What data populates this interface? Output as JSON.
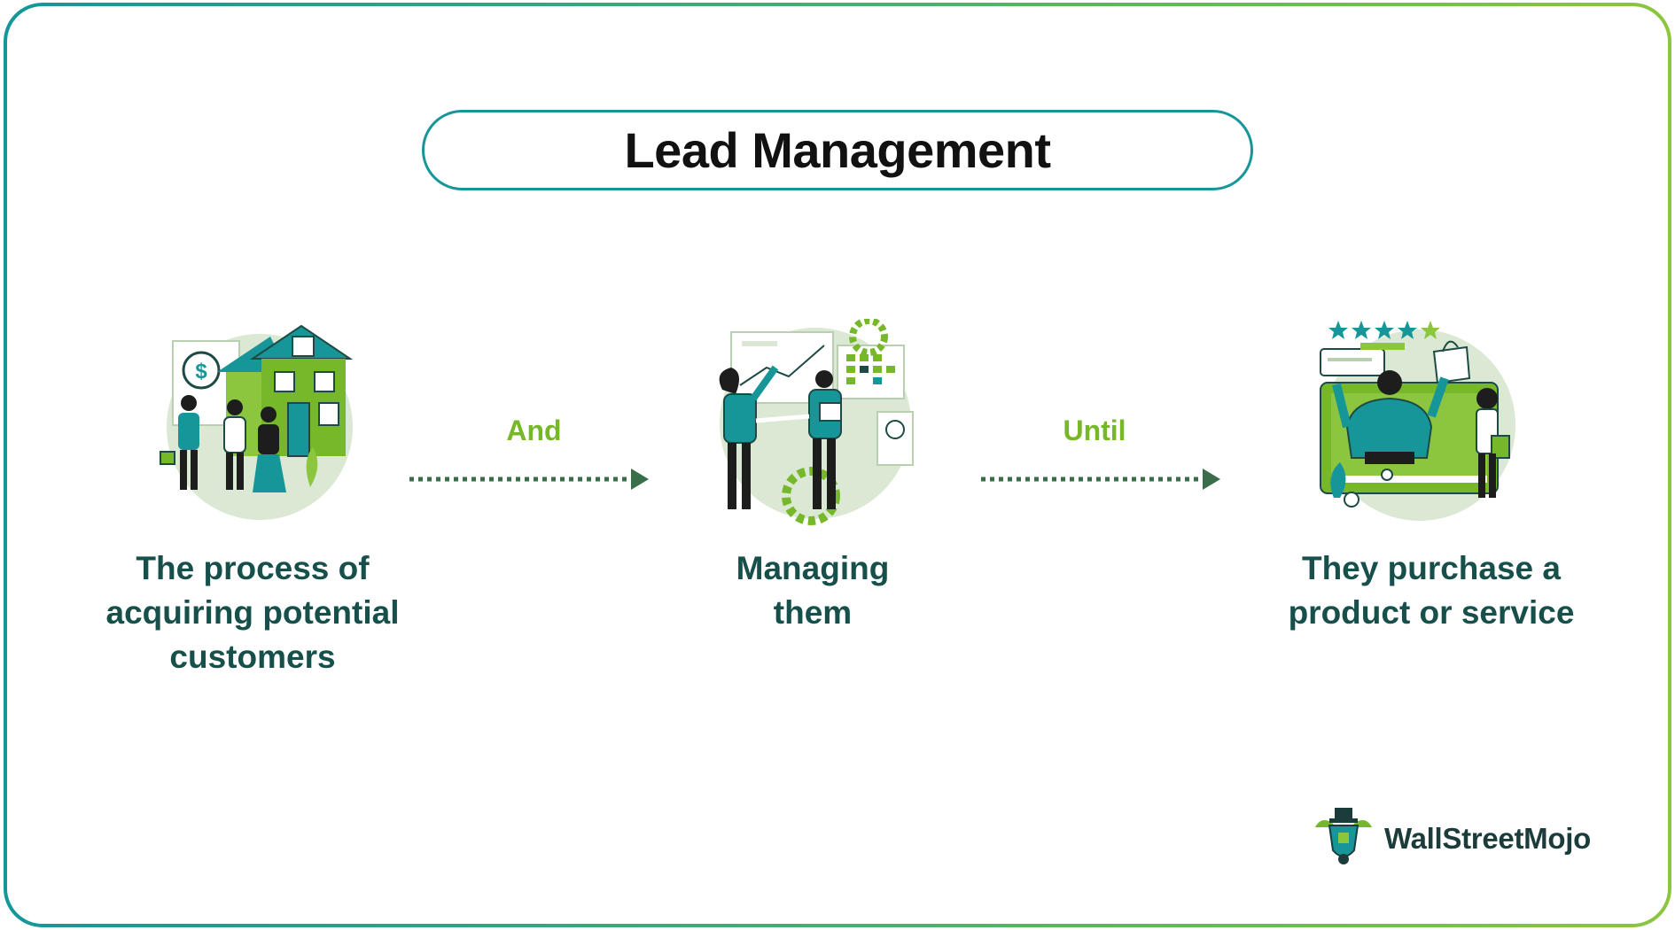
{
  "title": "Lead Management",
  "steps": [
    {
      "text_lines": [
        "The process of",
        "acquiring potential",
        "customers"
      ],
      "icon": "house-handshake-illustration"
    },
    {
      "text_lines": [
        "Managing",
        "them"
      ],
      "icon": "team-dashboard-illustration"
    },
    {
      "text_lines": [
        "They purchase a",
        "product or service"
      ],
      "icon": "online-purchase-illustration"
    }
  ],
  "connectors": [
    {
      "label": "And"
    },
    {
      "label": "Until"
    }
  ],
  "brand": {
    "name": "WallStreetMojo",
    "icon": "bull-logo-icon"
  },
  "colors": {
    "teal": "#17969a",
    "green": "#76b82a",
    "dark_green_text": "#17504b",
    "arrow": "#3a6e4a"
  }
}
